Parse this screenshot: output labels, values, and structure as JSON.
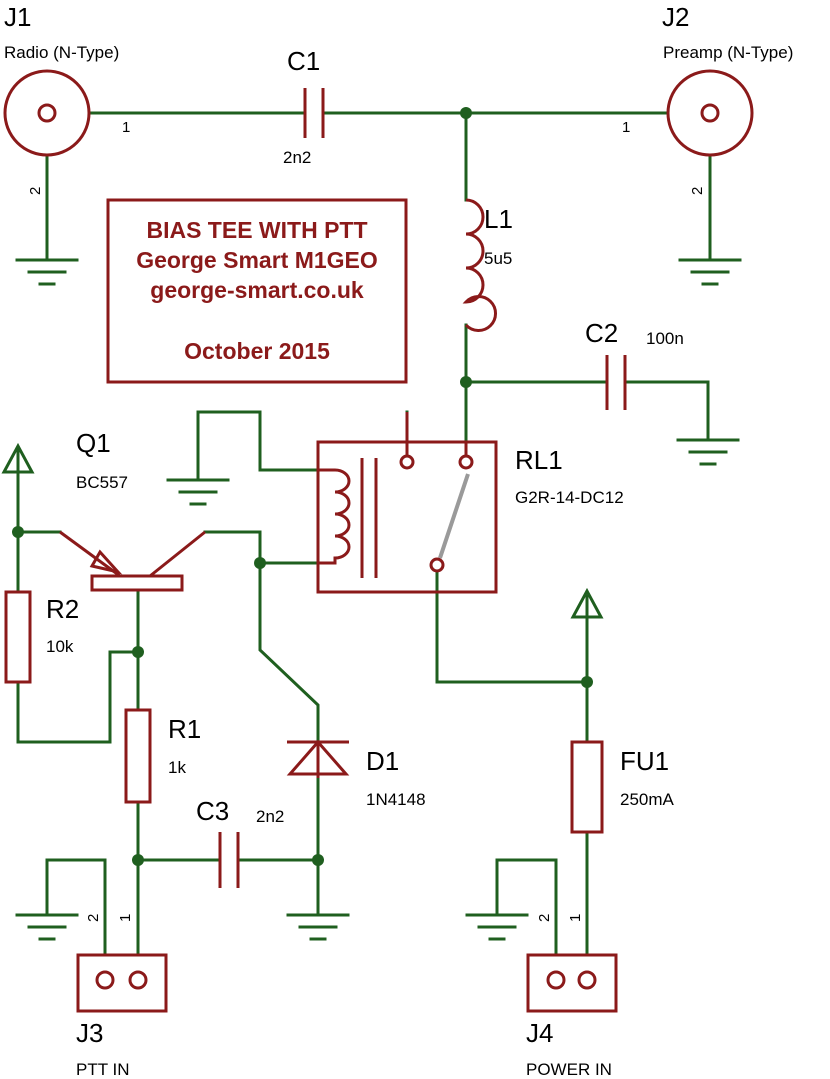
{
  "title_block": {
    "line1": "BIAS TEE WITH PTT",
    "line2": "George Smart M1GEO",
    "line3": "george-smart.co.uk",
    "line4": "October 2015"
  },
  "components": {
    "J1": {
      "ref": "J1",
      "value": "Radio (N-Type)",
      "pin1": "1",
      "pin2": "2"
    },
    "J2": {
      "ref": "J2",
      "value": "Preamp (N-Type)",
      "pin1": "1",
      "pin2": "2"
    },
    "C1": {
      "ref": "C1",
      "value": "2n2"
    },
    "L1": {
      "ref": "L1",
      "value": "5u5"
    },
    "C2": {
      "ref": "C2",
      "value": "100n"
    },
    "Q1": {
      "ref": "Q1",
      "value": "BC557"
    },
    "RL1": {
      "ref": "RL1",
      "value": "G2R-14-DC12"
    },
    "R2": {
      "ref": "R2",
      "value": "10k"
    },
    "R1": {
      "ref": "R1",
      "value": "1k"
    },
    "D1": {
      "ref": "D1",
      "value": "1N4148"
    },
    "C3": {
      "ref": "C3",
      "value": "2n2"
    },
    "FU1": {
      "ref": "FU1",
      "value": "250mA"
    },
    "J3": {
      "ref": "J3",
      "value": "PTT IN",
      "pin1": "1",
      "pin2": "2"
    },
    "J4": {
      "ref": "J4",
      "value": "POWER IN",
      "pin1": "1",
      "pin2": "2"
    }
  },
  "colors": {
    "wire": "#1f5f1f",
    "component": "#8b1a1a",
    "switch": "#9a9a9a",
    "background": "#ffffff"
  }
}
